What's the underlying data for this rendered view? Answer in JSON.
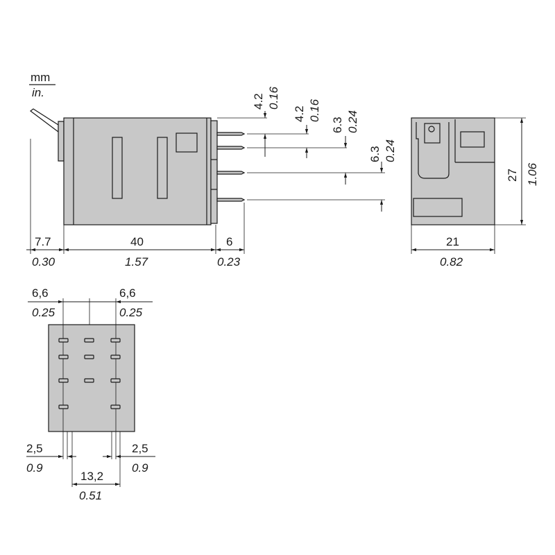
{
  "units": {
    "primary": "mm",
    "secondary": "in."
  },
  "side_view": {
    "d_left": {
      "mm": "7.7",
      "in": "0.30"
    },
    "d_body": {
      "mm": "40",
      "in": "1.57"
    },
    "d_pins": {
      "mm": "6",
      "in": "0.23"
    },
    "d_pitch1": {
      "mm": "4.2",
      "in": "0.16"
    },
    "d_pitch2": {
      "mm": "4.2",
      "in": "0.16"
    },
    "d_pitch3": {
      "mm": "6.3",
      "in": "0.24"
    },
    "d_pitch4": {
      "mm": "6.3",
      "in": "0.24"
    }
  },
  "end_view": {
    "d_width": {
      "mm": "21",
      "in": "0.82"
    },
    "d_height": {
      "mm": "27",
      "in": "1.06"
    }
  },
  "pin_view": {
    "d_top_left": {
      "mm": "6,6",
      "in": "0.25"
    },
    "d_top_right": {
      "mm": "6,6",
      "in": "0.25"
    },
    "d_bot_left": {
      "mm": "2,5",
      "in": "0.9"
    },
    "d_bot_right": {
      "mm": "2,5",
      "in": "0.9"
    },
    "d_bot_mid": {
      "mm": "13,2",
      "in": "0.51"
    }
  }
}
